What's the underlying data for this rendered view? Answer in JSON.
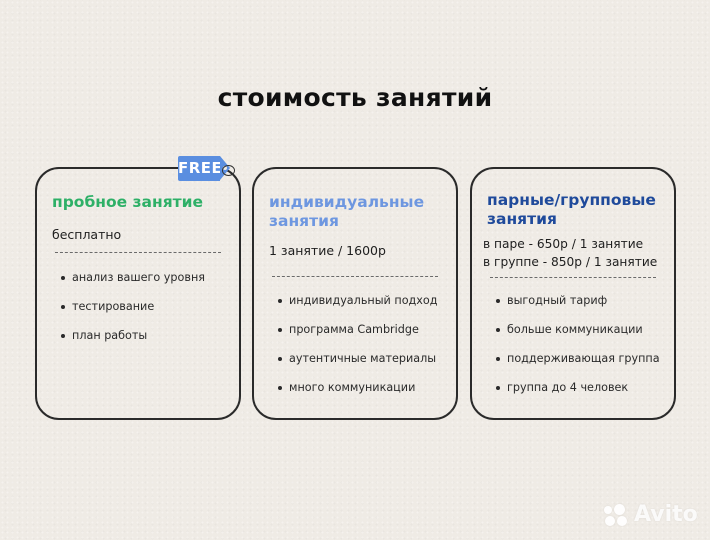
{
  "title": "стоимость занятий",
  "colors": {
    "background": "#efebe5",
    "trial_title": "#2eb067",
    "individual_title": "#6e97e0",
    "group_title": "#1f4a9b",
    "free_tag": "#5a8ee0",
    "card_border": "#2a2a2a"
  },
  "badge": {
    "label": "FREE",
    "icon": "price-tag-icon"
  },
  "cards": [
    {
      "title": "пробное занятие",
      "price_lines": [
        "бесплатно"
      ],
      "features": [
        "анализ вашего уровня",
        "тестирование",
        "план работы"
      ]
    },
    {
      "title": "индивидуальные занятия",
      "price_lines": [
        "1 занятие / 1600р"
      ],
      "features": [
        "индивидуальный подход",
        "программа Cambridge",
        "аутентичные материалы",
        "много коммуникации"
      ]
    },
    {
      "title": "парные/групповые занятия",
      "price_lines": [
        "в паре - 650р / 1 занятие",
        "в группе - 850р / 1 занятие"
      ],
      "features": [
        "выгодный тариф",
        "больше коммуникации",
        "поддерживающая группа",
        "группа до 4 человек"
      ]
    }
  ],
  "watermark": {
    "label": "Avito",
    "icon": "avito-logo-icon"
  }
}
